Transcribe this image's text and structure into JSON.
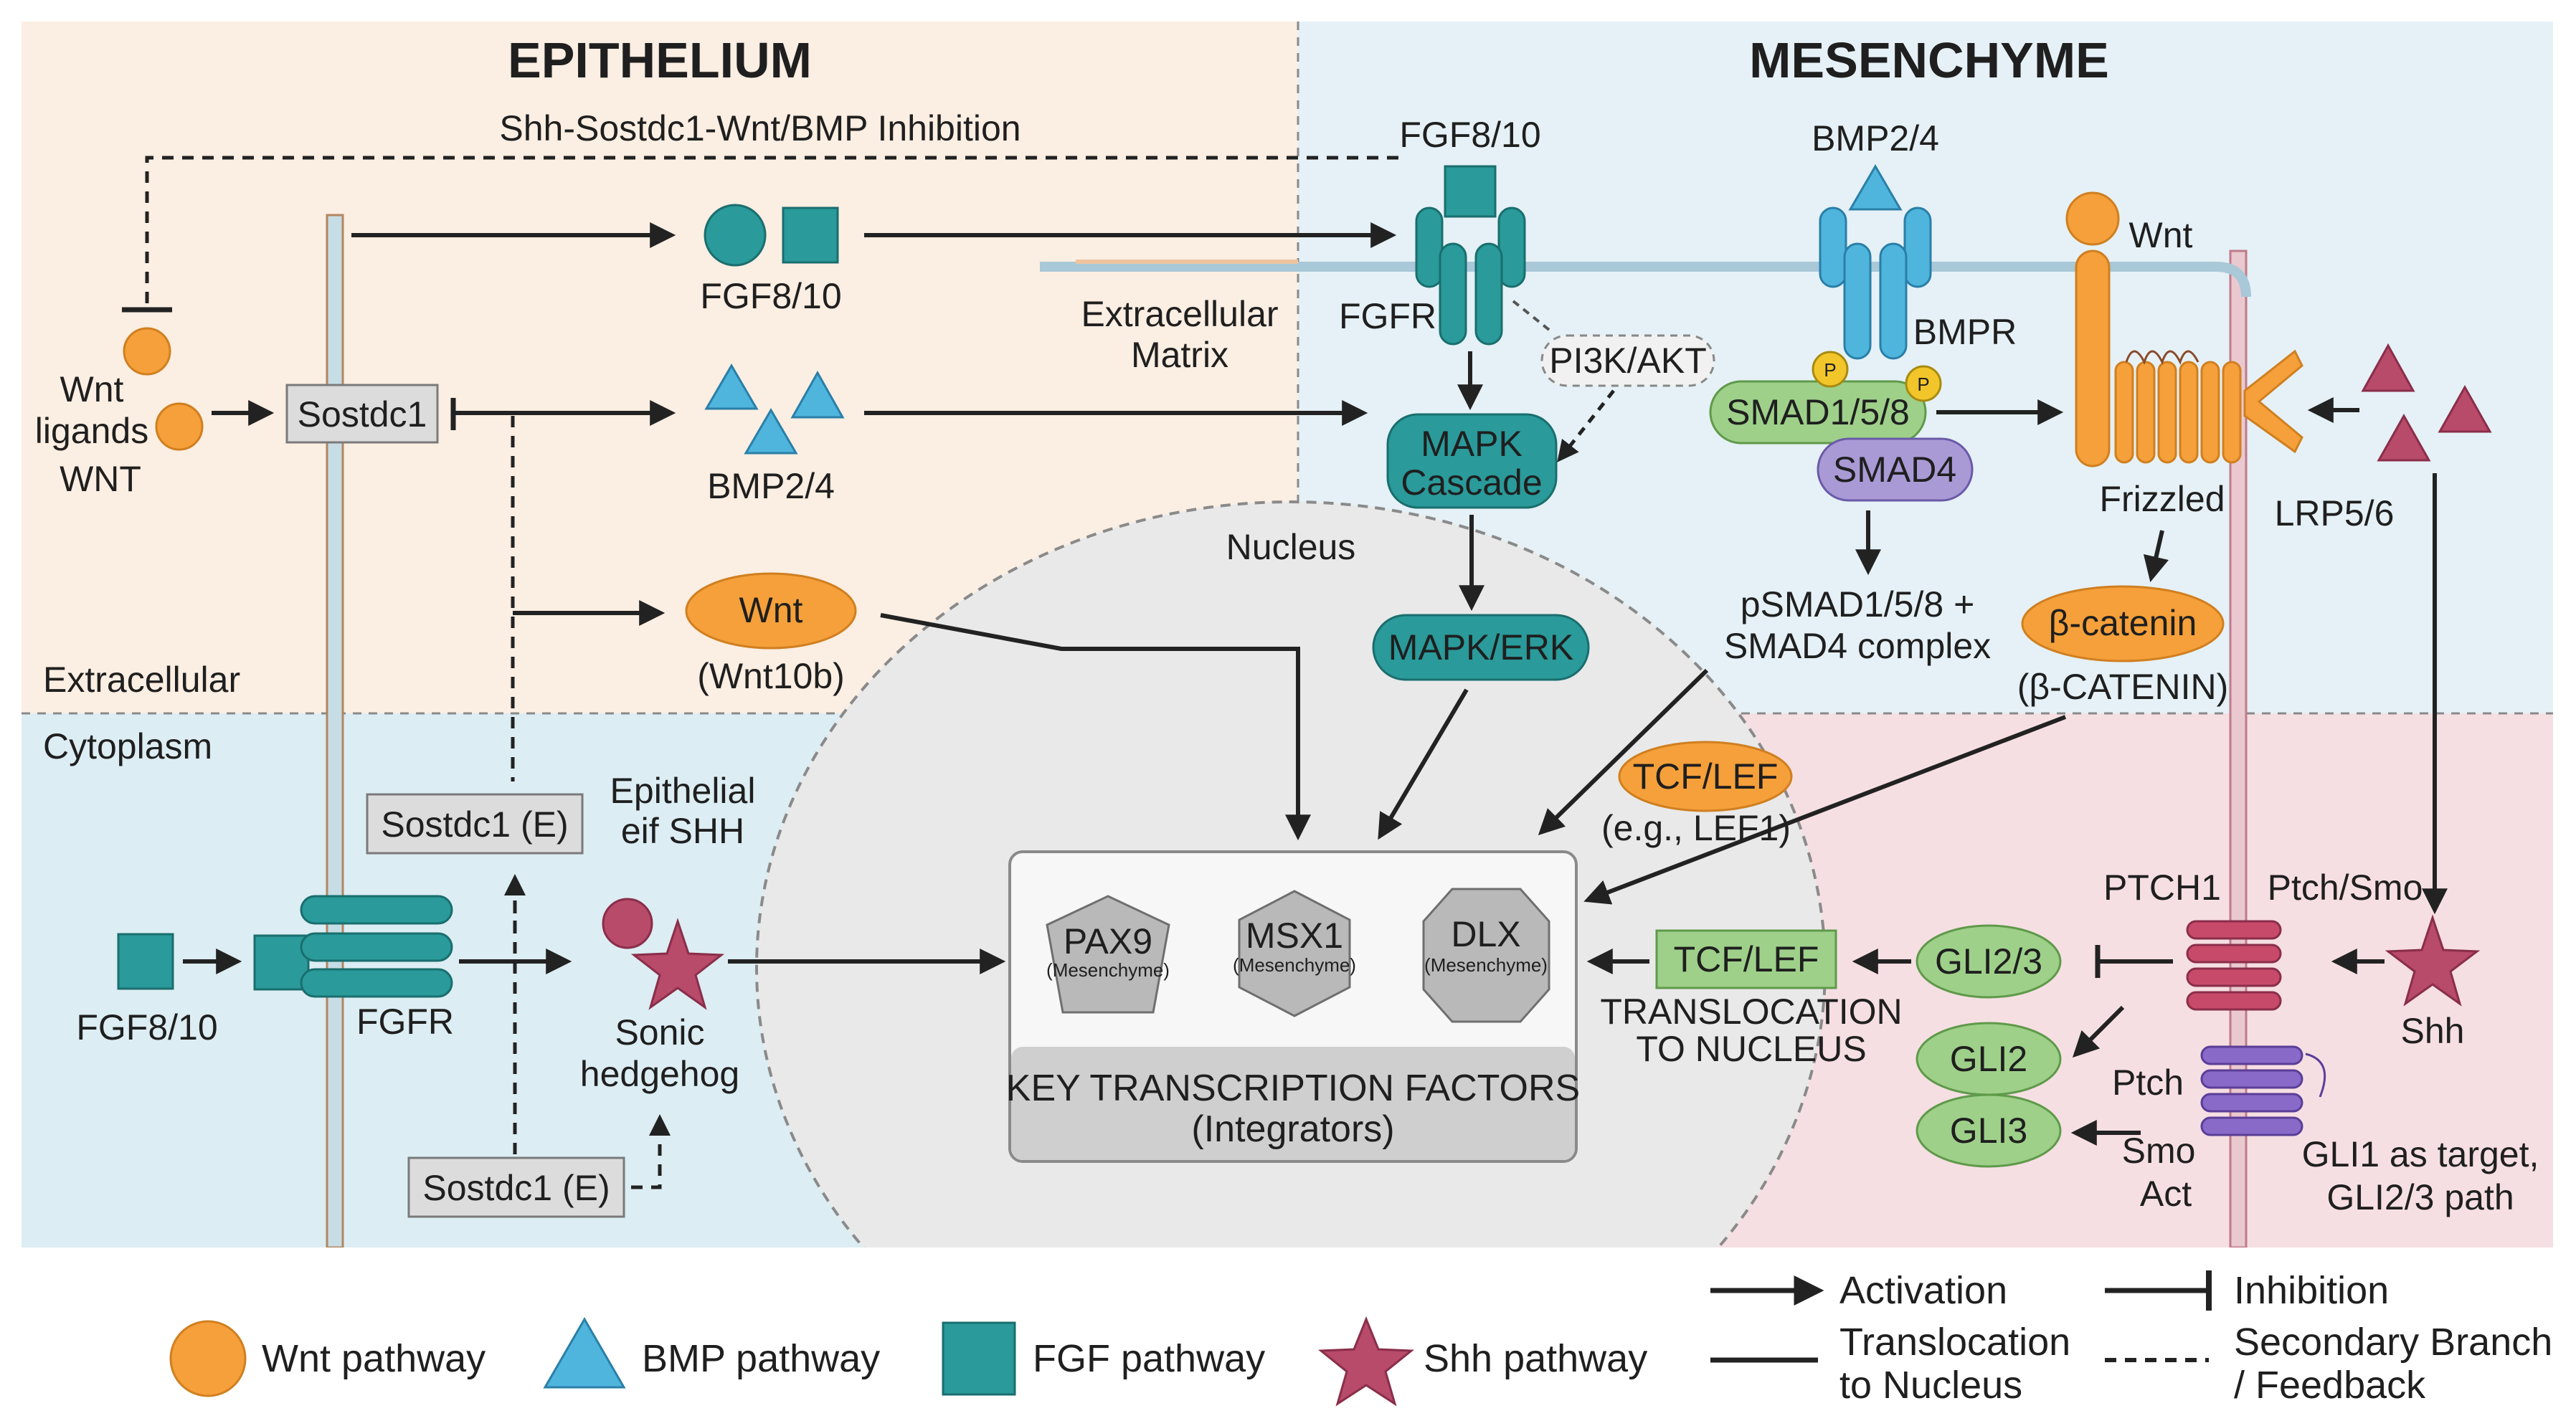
{
  "regions": {
    "epithelium": "EPITHELIUM",
    "mesenchyme": "MESENCHYME",
    "extracellular": "Extracellular",
    "cytoplasm": "Cytoplasm",
    "nucleus": "Nucleus",
    "extracellular_matrix_1": "Extracellular",
    "extracellular_matrix_2": "Matrix"
  },
  "feedback_title": "Shh-Sostdc1-Wnt/BMP Inhibition",
  "epithelium": {
    "wnt_ligands_1": "Wnt",
    "wnt_ligands_2": "ligands",
    "wnt_caps": "WNT",
    "sostdc1": "Sostdc1",
    "fgf_top": "FGF8/10",
    "bmp": "BMP2/4",
    "wnt_oval": "Wnt",
    "wnt10b": "(Wnt10b)",
    "sostdc1_e_1": "Sostdc1 (E)",
    "sostdc1_e_2": "Sostdc1 (E)",
    "epithelial_shh_1": "Epithelial",
    "epithelial_shh_2": "eif SHH",
    "fgf_bottom": "FGF8/10",
    "fgfr_bottom": "FGFR",
    "sonic_1": "Sonic",
    "sonic_2": "hedgehog"
  },
  "mesenchyme": {
    "fgf_receptor_ligand": "FGF8/10",
    "fgfr": "FGFR",
    "pi3k": "PI3K/AKT",
    "mapk_cascade_1": "MAPK",
    "mapk_cascade_2": "Cascade",
    "mapk_erk": "MAPK/ERK",
    "bmp_ligand": "BMP2/4",
    "bmpr": "BMPR",
    "smad158": "SMAD1/5/8",
    "smad4": "SMAD4",
    "p_label": "P",
    "psmad_1": "pSMAD1/5/8 +",
    "psmad_2": "SMAD4 complex",
    "wnt_ligand": "Wnt",
    "frizzled": "Frizzled",
    "lrp": "LRP5/6",
    "beta_catenin": "β-catenin",
    "beta_catenin_caps": "(β-CATENIN)",
    "tcf_lef_top": "TCF/LEF",
    "tcf_lef_eg": "(e.g., LEF1)",
    "tcf_lef_box": "TCF/LEF",
    "translocation_1": "TRANSLOCATION",
    "translocation_2": "TO NUCLEUS",
    "ptch1": "PTCH1",
    "ptch_smo": "Ptch/Smo",
    "gli23": "GLI2/3",
    "gli2": "GLI2",
    "gli3": "GLI3",
    "ptch": "Ptch",
    "smo_act_1": "Smo",
    "smo_act_2": "Act",
    "shh": "Shh",
    "gli1_note_1": "GLI1 as target,",
    "gli1_note_2": "GLI2/3 path"
  },
  "transcription_factors": {
    "title_1": "KEY TRANSCRIPTION FACTORS",
    "title_2": "(Integrators)",
    "items": [
      {
        "name": "PAX9",
        "sub": "(Mesenchyme)"
      },
      {
        "name": "MSX1",
        "sub": "(Mesenchyme)"
      },
      {
        "name": "DLX",
        "sub": "(Mesenchyme)"
      }
    ]
  },
  "legend": {
    "wnt": "Wnt pathway",
    "bmp": "BMP pathway",
    "fgf": "FGF pathway",
    "shh": "Shh pathway",
    "activation": "Activation",
    "inhibition": "Inhibition",
    "translocation_1": "Translocation",
    "translocation_2": "to Nucleus",
    "secondary_1": "Secondary Branch",
    "secondary_2": "/ Feedback"
  },
  "colors": {
    "wnt": "#f5a03a",
    "bmp": "#4fb5dc",
    "fgf": "#2a9a9a",
    "shh": "#b84a6a",
    "epithelium_bg": "#fbeee2",
    "mesenchyme_bg": "#e5f1f6",
    "cytoplasm_bg": "#dcedf3",
    "pink_bg": "#f6dfe3",
    "nucleus_bg": "#e9e9e9",
    "smad": "#9ed08a",
    "smad4": "#a99ad6",
    "gli": "#9ed08a"
  }
}
